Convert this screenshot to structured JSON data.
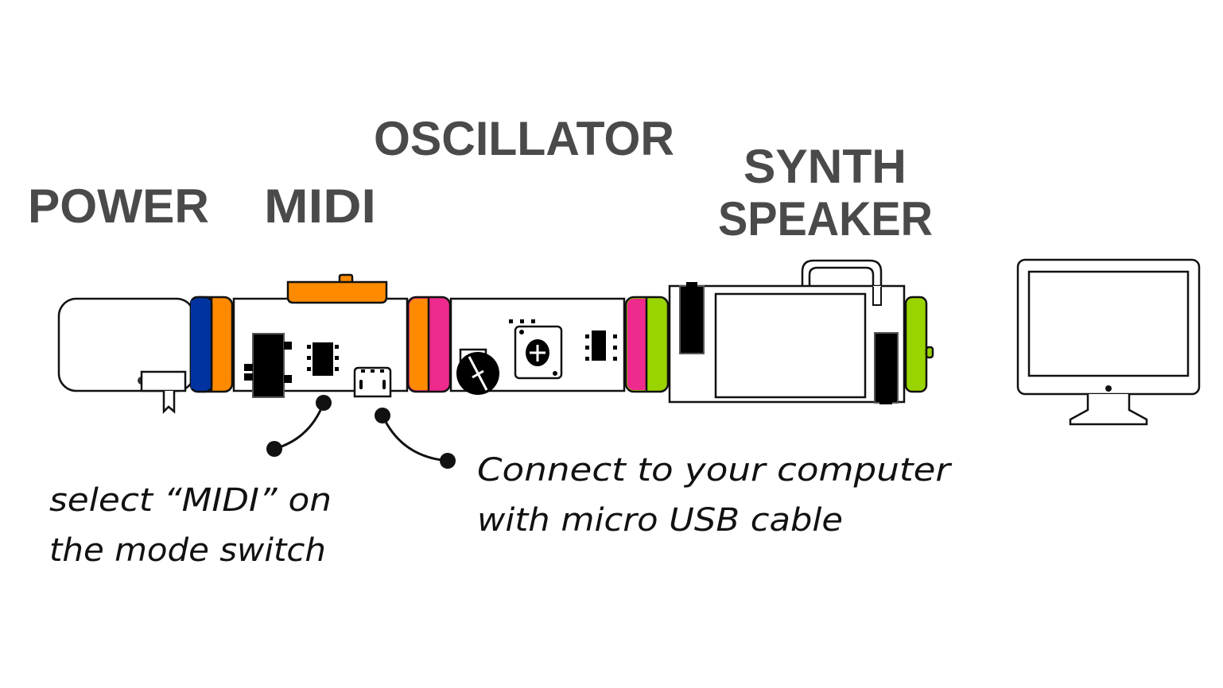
{
  "labels": {
    "power": "POWER",
    "midi": "MIDI",
    "oscillator": "OSCILLATOR",
    "synth_speaker_line1": "SYNTH",
    "synth_speaker_line2": "SPEAKER"
  },
  "annotations": {
    "mode_switch_line1": "select “MIDI” on",
    "mode_switch_line2": "the mode switch",
    "usb_line1": "Connect to your computer",
    "usb_line2": "with micro USB cable"
  },
  "colors": {
    "power_bit": "#0033a0",
    "input_bit": "#ff8a00",
    "modifier_bit": "#ee2a8c",
    "output_bit": "#99d400",
    "label": "#4a4a4a"
  }
}
